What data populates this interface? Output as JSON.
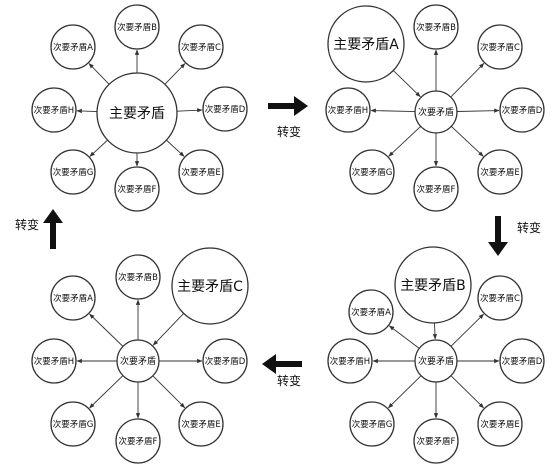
{
  "panels": [
    {
      "id": "top-left",
      "principal": "主要矛盾",
      "center": "主要矛盾",
      "secondary": [
        "次要矛盾A",
        "次要矛盾B",
        "次要矛盾C",
        "次要矛盾D",
        "次要矛盾E",
        "次要矛盾F",
        "次要矛盾G",
        "次要矛盾H"
      ]
    },
    {
      "id": "top-right",
      "principal": "主要矛盾A",
      "center": "次要矛盾",
      "secondary": [
        "次要矛盾B",
        "次要矛盾C",
        "次要矛盾D",
        "次要矛盾E",
        "次要矛盾F",
        "次要矛盾G",
        "次要矛盾H"
      ]
    },
    {
      "id": "bottom-right",
      "principal": "主要矛盾B",
      "center": "次要矛盾",
      "secondary": [
        "次要矛盾A",
        "次要矛盾C",
        "次要矛盾D",
        "次要矛盾E",
        "次要矛盾F",
        "次要矛盾G",
        "次要矛盾H"
      ]
    },
    {
      "id": "bottom-left",
      "principal": "主要矛盾C",
      "center": "次要矛盾",
      "secondary": [
        "次要矛盾A",
        "次要矛盾B",
        "次要矛盾D",
        "次要矛盾E",
        "次要矛盾F",
        "次要矛盾G",
        "次要矛盾H"
      ]
    }
  ],
  "transitions": [
    {
      "from": "top-left",
      "to": "top-right",
      "label": "转变"
    },
    {
      "from": "top-right",
      "to": "bottom-right",
      "label": "转变"
    },
    {
      "from": "bottom-right",
      "to": "bottom-left",
      "label": "转变"
    },
    {
      "from": "bottom-left",
      "to": "top-left",
      "label": "转变"
    }
  ]
}
